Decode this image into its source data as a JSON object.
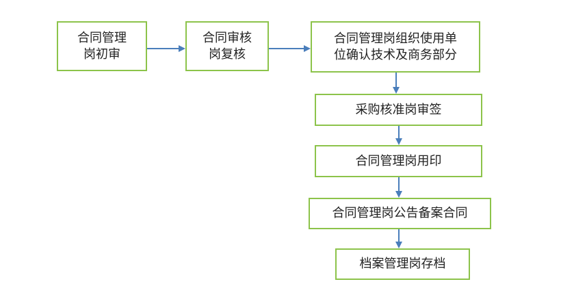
{
  "colors": {
    "node_border": "#8cc34a",
    "arrow": "#4a7ebb",
    "text": "#222222",
    "background": "#ffffff"
  },
  "nodes": [
    {
      "id": "n1",
      "label": "合同管理\n岗初审"
    },
    {
      "id": "n2",
      "label": "合同审核\n岗复核"
    },
    {
      "id": "n3",
      "label": "合同管理岗组织使用单\n位确认技术及商务部分"
    },
    {
      "id": "n4",
      "label": "采购核准岗审签"
    },
    {
      "id": "n5",
      "label": "合同管理岗用印"
    },
    {
      "id": "n6",
      "label": "合同管理岗公告备案合同"
    },
    {
      "id": "n7",
      "label": "档案管理岗存档"
    }
  ],
  "edges": [
    {
      "from": "n1",
      "to": "n2"
    },
    {
      "from": "n2",
      "to": "n3"
    },
    {
      "from": "n3",
      "to": "n4"
    },
    {
      "from": "n4",
      "to": "n5"
    },
    {
      "from": "n5",
      "to": "n6"
    },
    {
      "from": "n6",
      "to": "n7"
    }
  ]
}
